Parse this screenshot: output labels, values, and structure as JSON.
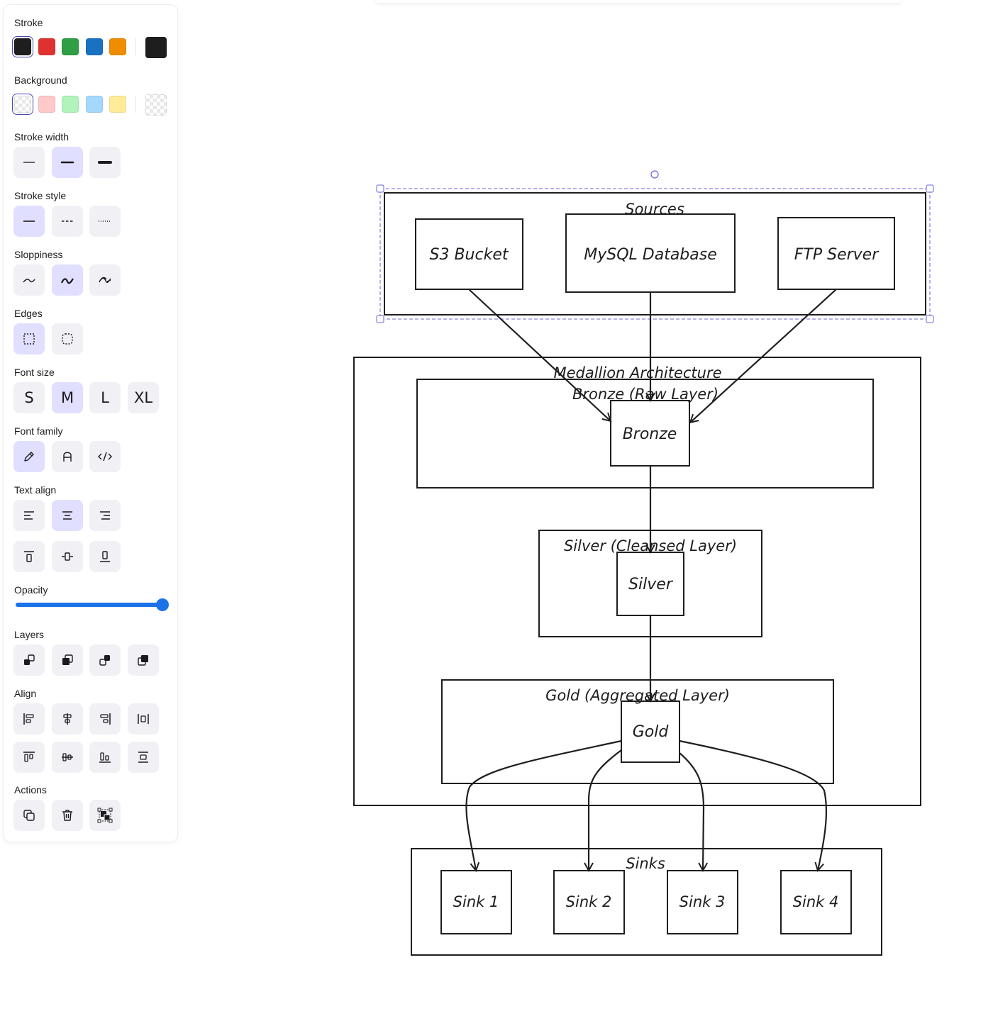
{
  "panel": {
    "stroke": {
      "label": "Stroke",
      "colors": [
        "#1e1e1e",
        "#e03131",
        "#2f9e44",
        "#1971c2",
        "#f08c00"
      ],
      "current": "#1e1e1e"
    },
    "background": {
      "label": "Background",
      "colors": [
        "transparent",
        "#ffc9c9",
        "#b2f2bb",
        "#a5d8ff",
        "#ffec99"
      ],
      "current": "transparent"
    },
    "stroke_width": {
      "label": "Stroke width",
      "options": [
        "thin",
        "bold",
        "extra-bold"
      ],
      "selected": "bold"
    },
    "stroke_style": {
      "label": "Stroke style",
      "options": [
        "solid",
        "dashed",
        "dotted"
      ],
      "selected": "solid"
    },
    "sloppiness": {
      "label": "Sloppiness",
      "options": [
        "architect",
        "artist",
        "cartoonist"
      ],
      "selected": "artist"
    },
    "edges": {
      "label": "Edges",
      "options": [
        "sharp",
        "round"
      ],
      "selected": "sharp"
    },
    "font_size": {
      "label": "Font size",
      "options": [
        "S",
        "M",
        "L",
        "XL"
      ],
      "selected": "M"
    },
    "font_family": {
      "label": "Font family",
      "options": [
        "hand-drawn",
        "normal",
        "code"
      ],
      "selected": "hand-drawn"
    },
    "text_align": {
      "label": "Text align",
      "horizontal": [
        "left",
        "center",
        "right"
      ],
      "selected": "center",
      "vertical": [
        "top",
        "middle",
        "bottom"
      ]
    },
    "opacity": {
      "label": "Opacity",
      "value": 100
    },
    "layers": {
      "label": "Layers",
      "actions": [
        "send-to-back",
        "send-backward",
        "bring-forward",
        "bring-to-front"
      ]
    },
    "align": {
      "label": "Align"
    },
    "actions": {
      "label": "Actions",
      "items": [
        "duplicate",
        "delete",
        "group"
      ]
    }
  },
  "diagram": {
    "sources": {
      "title": "Sources",
      "nodes": [
        "S3 Bucket",
        "MySQL Database",
        "FTP Server"
      ]
    },
    "medallion": {
      "title": "Medallion Architecture",
      "bronze": {
        "title": "Bronze (Raw Layer)",
        "node": "Bronze"
      },
      "silver": {
        "title": "Silver (Cleansed Layer)",
        "node": "Silver"
      },
      "gold": {
        "title": "Gold (Aggregated Layer)",
        "node": "Gold"
      }
    },
    "sinks": {
      "title": "Sinks",
      "nodes": [
        "Sink 1",
        "Sink 2",
        "Sink 3",
        "Sink 4"
      ]
    },
    "selection_color": "#6965db"
  }
}
